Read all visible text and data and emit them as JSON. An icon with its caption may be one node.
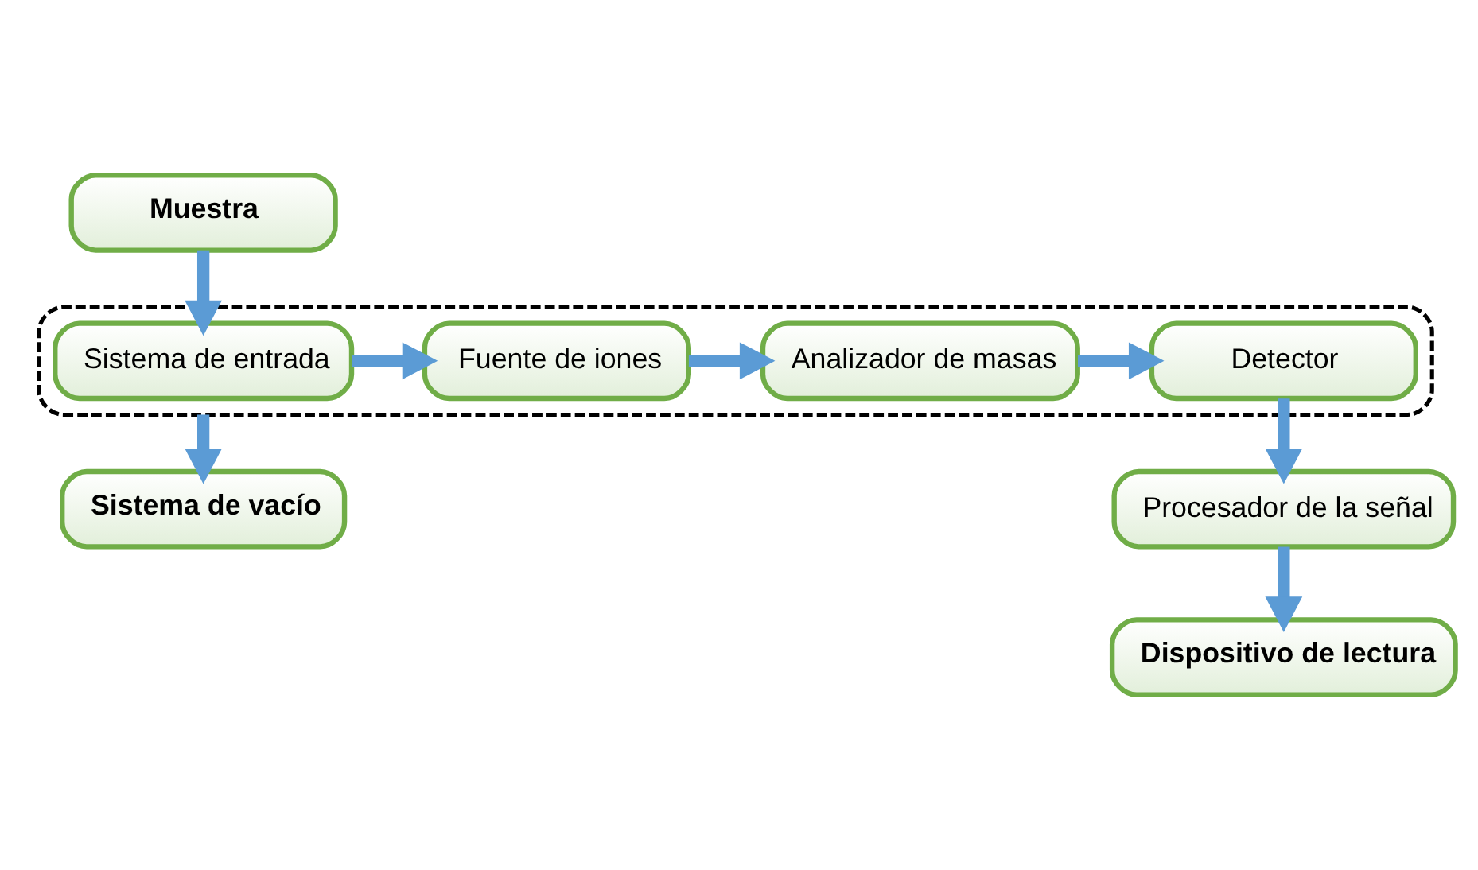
{
  "diagram": {
    "nodes": [
      {
        "text": [
          "Muestra"
        ]
      },
      {
        "text": [],
        "shape": "box"
      },
      {
        "text": [
          "Sistema de entrada"
        ],
        "in": 1
      },
      {
        "text": [
          "Fuente de iones"
        ],
        "in": 1
      },
      {
        "text": [
          "Analizador de masas"
        ],
        "in": 1
      },
      {
        "text": [
          "Detector"
        ],
        "in": 1
      },
      {
        "text": [
          "Sistema de vacío"
        ]
      },
      {
        "text": [
          "Procesador de la señal"
        ]
      },
      {
        "text": [
          "Dispositivo de lectura"
        ]
      }
    ],
    "edges": [
      {
        "from": 0,
        "to": 2,
        "arrow": "to"
      },
      {
        "from": 2,
        "to": 3,
        "arrow": "to"
      },
      {
        "from": 3,
        "to": 4,
        "arrow": "to"
      },
      {
        "from": 4,
        "to": 5,
        "arrow": "to"
      },
      {
        "from": 1,
        "to": 6,
        "arrow": "to"
      },
      {
        "from": 5,
        "to": 7,
        "arrow": "to"
      },
      {
        "from": 7,
        "to": 8,
        "arrow": "to"
      }
    ]
  }
}
